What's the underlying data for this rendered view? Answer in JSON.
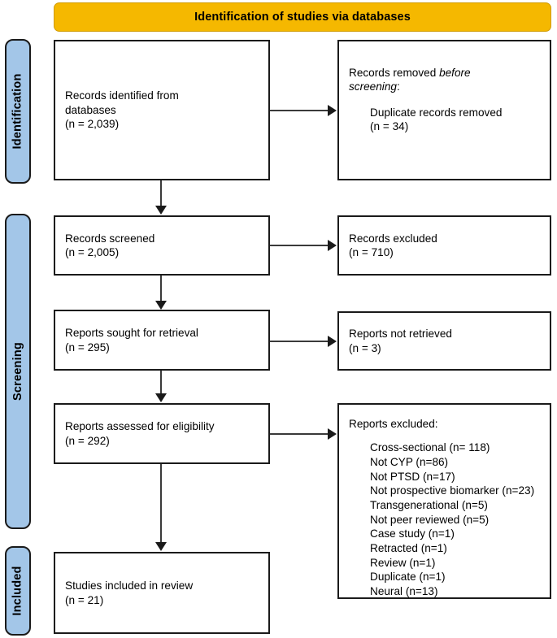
{
  "diagram": {
    "type": "prisma-flow-diagram",
    "banner": {
      "title": "Identification of studies via databases"
    },
    "phases": [
      {
        "id": "identification",
        "label": "Identification"
      },
      {
        "id": "screening",
        "label": "Screening"
      },
      {
        "id": "included",
        "label": "Included"
      }
    ],
    "nodes": {
      "records_identified": {
        "line1": "Records identified from",
        "line2": "databases",
        "count": "(n = 2,039)"
      },
      "records_removed": {
        "line1_a": "Records removed ",
        "line1_italic": "before",
        "line2_italic": "screening",
        "line2_b": ":",
        "sub_line1": "Duplicate records removed",
        "sub_count": "(n = 34)"
      },
      "records_screened": {
        "line1": "Records screened",
        "count": "(n = 2,005)"
      },
      "records_excluded": {
        "line1": "Records excluded",
        "count": "(n = 710)"
      },
      "reports_sought": {
        "line1": "Reports sought for retrieval",
        "count": "(n = 295)"
      },
      "reports_not_retrieved": {
        "line1": "Reports not retrieved",
        "count": "(n = 3)"
      },
      "reports_assessed": {
        "line1": "Reports assessed for eligibility",
        "count": "(n = 292)"
      },
      "reports_excluded": {
        "heading": "Reports excluded:",
        "reasons": [
          "Cross-sectional (n= 118)",
          "Not CYP (n=86)",
          "Not PTSD (n=17)",
          "Not prospective biomarker (n=23)",
          "Transgenerational (n=5)",
          "Not peer reviewed (n=5)",
          "Case study (n=1)",
          "Retracted (n=1)",
          "Review (n=1)",
          "Duplicate (n=1)",
          "Neural (n=13)"
        ]
      },
      "studies_included": {
        "line1": "Studies included in review",
        "count": "(n = 21)"
      }
    },
    "colors": {
      "banner_fill": "#F5B800",
      "phase_fill": "#A3C6E8",
      "box_border": "#1a1a1a",
      "connector": "#3a3a3a",
      "text": "#000000",
      "background": "#ffffff"
    }
  }
}
